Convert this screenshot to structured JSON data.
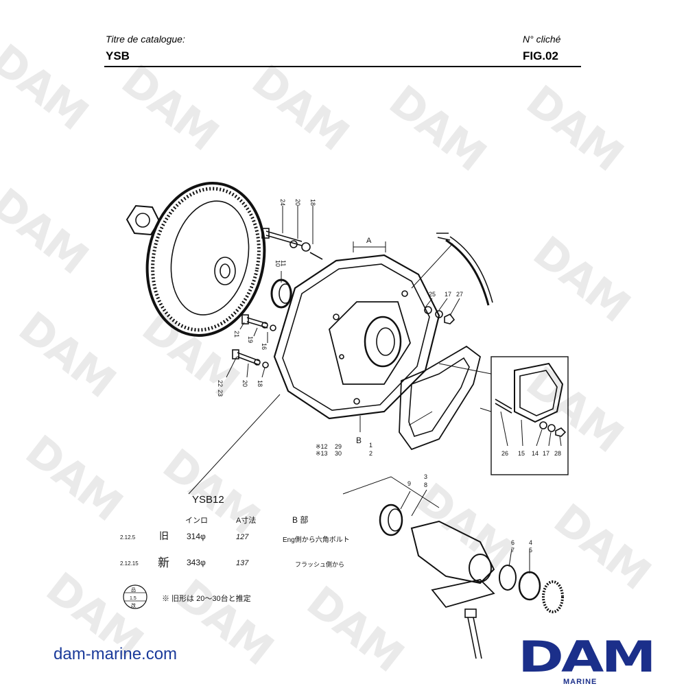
{
  "header": {
    "catalog_label": "Titre de catalogue:",
    "catalog_value": "YSB",
    "cliche_label": "N° cliché",
    "cliche_value": "FIG.02"
  },
  "watermark_text": "DAM",
  "diagram": {
    "part_labels": {
      "p24": "24",
      "p20a": "20",
      "p18a": "18",
      "p10": "10",
      "p11": "11",
      "p21": "21",
      "p19": "19",
      "p16": "16",
      "p22": "22",
      "p23": "23",
      "p20b": "20",
      "p18b": "18",
      "dim_a": "A",
      "view_b": "B",
      "p25": "25",
      "p17a": "17",
      "p27": "27",
      "p12": "※12",
      "p29": "29",
      "p13": "※13",
      "p30": "30",
      "p1": "1",
      "p2": "2",
      "p26": "26",
      "p15": "15",
      "p14": "14",
      "p17b": "17",
      "p28": "28",
      "p9": "9",
      "p3": "3",
      "p8": "8",
      "p6": "6",
      "p7": "7",
      "p4": "4",
      "p5": "5"
    },
    "handwritten_notes": {
      "model": "YSB12",
      "col_inro": "インロ",
      "col_a": "A寸法",
      "col_b": "B 部",
      "row1_date": "2.12.5",
      "row1_kind": "旧",
      "row1_inro": "314φ",
      "row1_a": "127",
      "row1_b": "Eng側から六角ボルト",
      "row2_date": "2.12.15",
      "row2_kind": "新",
      "row2_inro": "343φ",
      "row2_a": "137",
      "row2_b": "フラッシュ側から",
      "stamp_1": "品",
      "stamp_2": "1.5",
      "stamp_3": "改",
      "footnote": "※ 旧形は 20〜30台と推定"
    }
  },
  "footer": {
    "url": "dam-marine.com",
    "brand": "DAM",
    "brand_sub": "MARINE"
  },
  "colors": {
    "brand_blue": "#1b2f8a",
    "url_blue": "#1a3a9a"
  }
}
